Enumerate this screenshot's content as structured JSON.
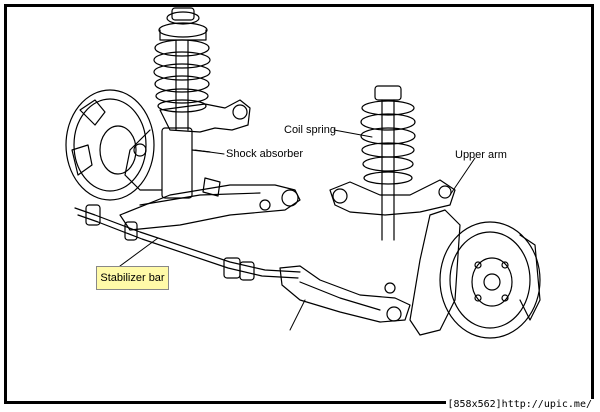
{
  "labels": {
    "shock_absorber": "Shock absorber",
    "coil_spring": "Coil spring",
    "upper_arm": "Upper arm",
    "stabilizer_bar": "Stabilizer bar"
  },
  "footer": "[858x562]http://upic.me/",
  "colors": {
    "line": "#000000",
    "highlight_box": "#fffaa8"
  }
}
